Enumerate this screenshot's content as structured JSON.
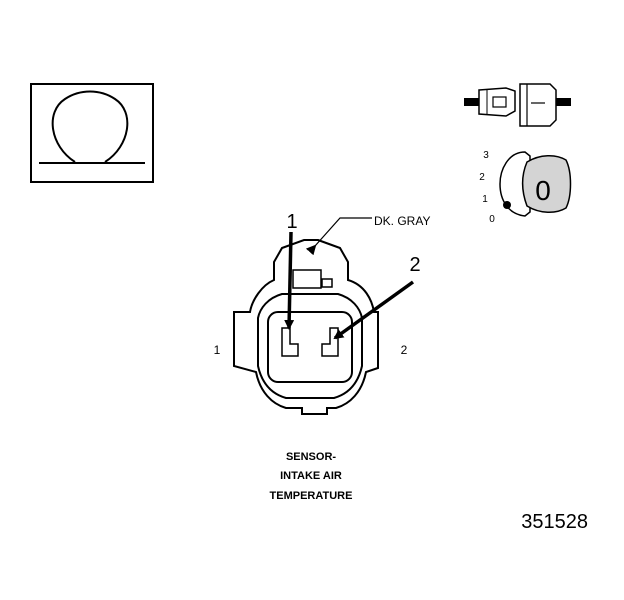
{
  "meter_symbol": {
    "icon": "ohm-icon",
    "label": ""
  },
  "switch_icon": {
    "icon": "ignition-key-icon",
    "positions": [
      "3",
      "2",
      "1",
      "0"
    ],
    "key_label": "0"
  },
  "connector": {
    "wire_color_label": "DK. GRAY",
    "pin_callouts": [
      "1",
      "2"
    ],
    "side_labels": {
      "left": "1",
      "right": "2"
    }
  },
  "caption": {
    "lines": [
      "SENSOR-",
      "INTAKE AIR",
      "TEMPERATURE"
    ]
  },
  "figure_number": "351528",
  "colors": {
    "stroke": "#000000",
    "background": "#ffffff",
    "key_fill": "#d4d4d4"
  }
}
